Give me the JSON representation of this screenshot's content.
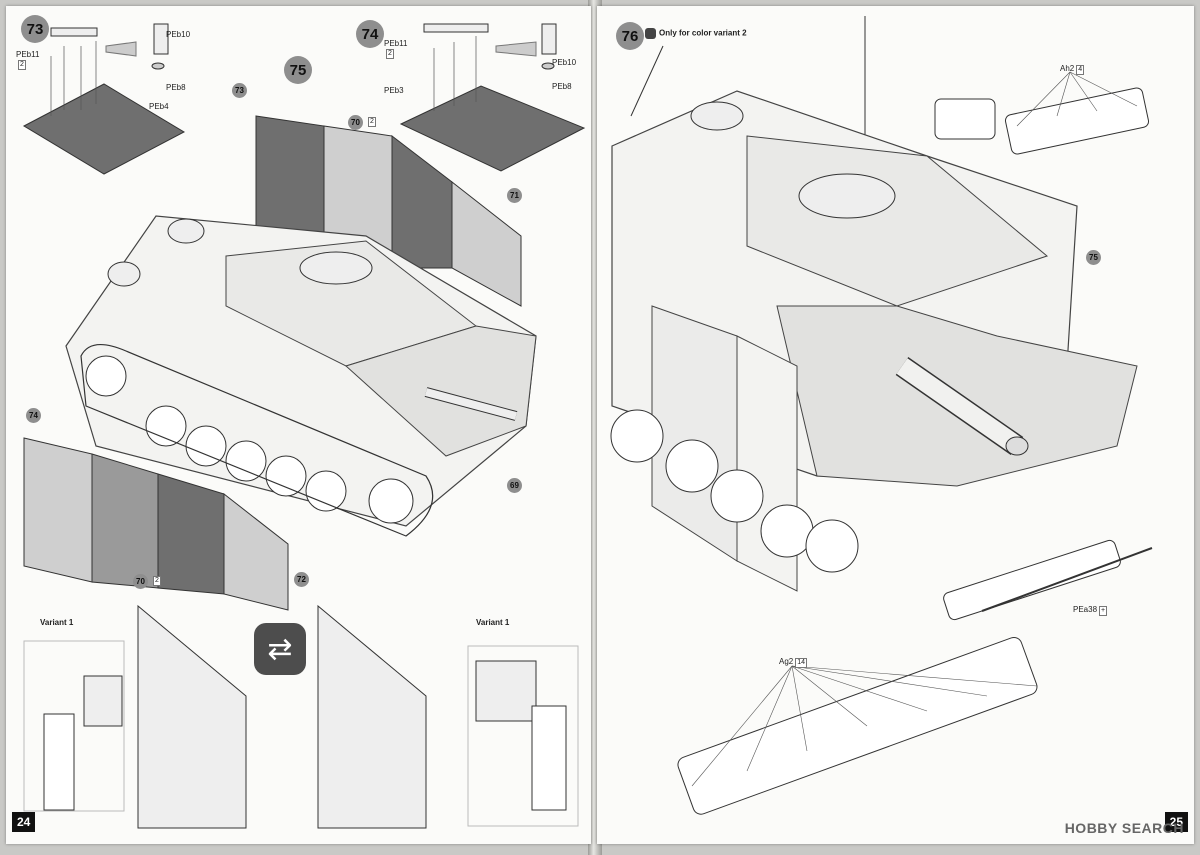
{
  "left_page": {
    "page_number": "24",
    "steps": [
      "73",
      "74",
      "75"
    ],
    "callouts": [
      "73",
      "70",
      "71",
      "69",
      "74",
      "70",
      "72"
    ],
    "parts": {
      "s73_a": "PEb11",
      "s73_a_qty": "2",
      "s73_b": "PEb10",
      "s73_c": "PEb8",
      "s73_d": "PEb4",
      "s74_a": "PEb11",
      "s74_a_qty": "2",
      "s74_b": "PEb10",
      "s74_c": "PEb3",
      "s74_d": "PEb8"
    },
    "qty_70": "2",
    "qty_70b": "2",
    "variant_a": "Variant 1",
    "variant_b": "Variant 1"
  },
  "right_page": {
    "page_number": "25",
    "step": "76",
    "note": "Only for color variant 2",
    "callout_75": "75",
    "parts": {
      "ah2": "Ah2",
      "ah2_qty": "4",
      "pea38": "PEa38",
      "ag2": "Ag2",
      "ag2_qty": "14"
    }
  },
  "watermark": {
    "brand": "HOBBY SEARCH"
  },
  "colors": {
    "paper": "#fbfbf9",
    "panel_dark": "#6f6f6f",
    "panel_mid": "#9a9a9a",
    "panel_light": "#cfcfcf"
  }
}
